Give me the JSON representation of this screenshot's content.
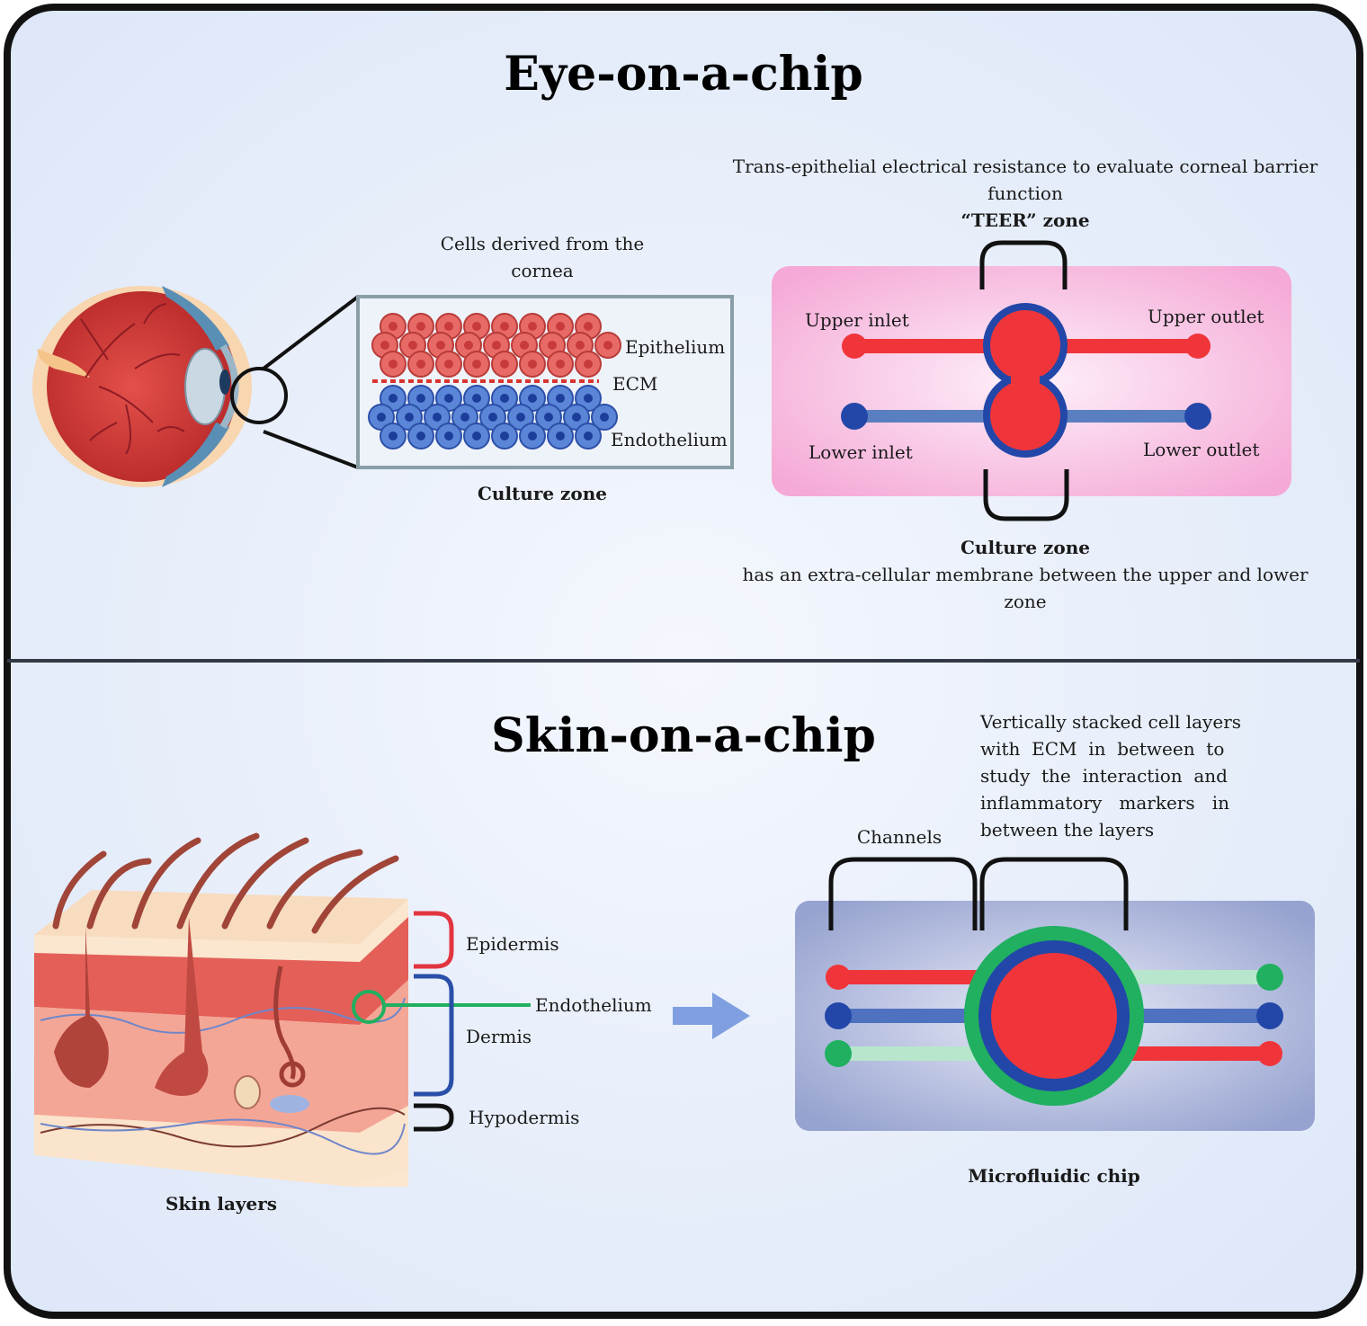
{
  "eye": {
    "title": "Eye-on-a-chip",
    "cornea_caption": [
      "Cells derived from the",
      "cornea"
    ],
    "epithelium_label": "Epithelium",
    "ecm_label": "ECM",
    "endothelium_label": "Endothelium",
    "culture_zone_label": "Culture zone",
    "teer_caption": [
      "Trans-epithelial electrical resistance to evaluate corneal barrier",
      "function"
    ],
    "teer_zone_label": "“TEER” zone",
    "upper_inlet": "Upper inlet",
    "upper_outlet": "Upper outlet",
    "lower_inlet": "Lower inlet",
    "lower_outlet": "Lower outlet",
    "chip_culture_zone_label": "Culture zone",
    "membrane_caption": [
      "has an extra-cellular membrane between the upper and lower",
      "zone"
    ]
  },
  "skin": {
    "title": "Skin-on-a-chip",
    "stack_caption": [
      "Vertically stacked cell layers",
      "with  ECM  in  between  to",
      "study  the  interaction  and",
      "inflammatory   markers   in",
      "between the layers"
    ],
    "channels_label": "Channels",
    "epidermis": "Epidermis",
    "endothelium": "Endothelium",
    "dermis": "Dermis",
    "hypodermis": "Hypodermis",
    "skin_layers_label": "Skin layers",
    "microfluidic_chip_label": "Microfluidic chip"
  },
  "colors": {
    "red": "#f0353a",
    "blue": "#2347a8",
    "green": "#20b060",
    "pink_chip": "#f7b8dc",
    "slate_chip": "#9ea9d2",
    "panel_bg": "#e6eefb"
  }
}
